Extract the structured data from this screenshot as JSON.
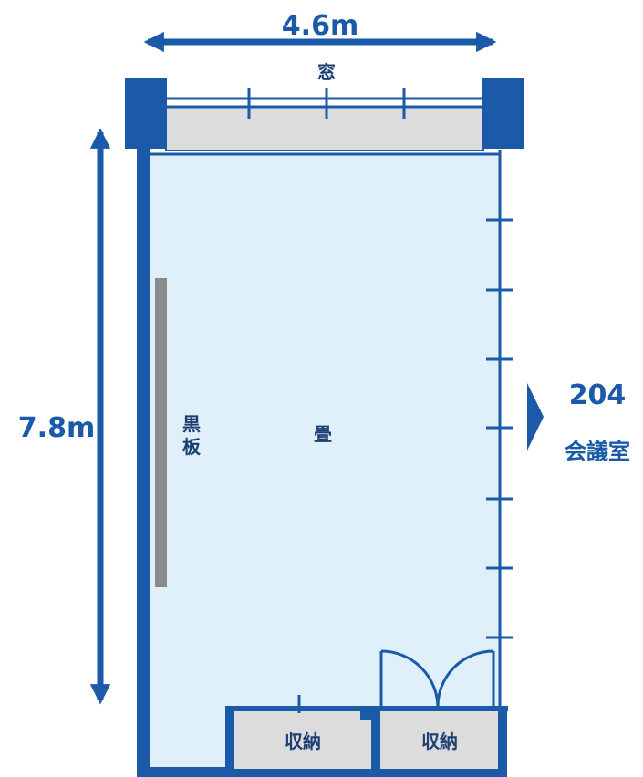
{
  "dimensions": {
    "width_label": "4.6m",
    "height_label": "7.8m"
  },
  "labels": {
    "window": "窓",
    "blackboard_line1": "黒",
    "blackboard_line2": "板",
    "floor": "畳",
    "storage_left": "収納",
    "storage_right": "収納",
    "next_room_number": "204",
    "next_room_name": "会議室"
  },
  "colors": {
    "wall": "#1b5aa8",
    "floor_fill": "#dff0fa",
    "gray_fill": "#dcdcdc",
    "blackboard": "#8a8a8a",
    "text": "#1b5aa8"
  }
}
